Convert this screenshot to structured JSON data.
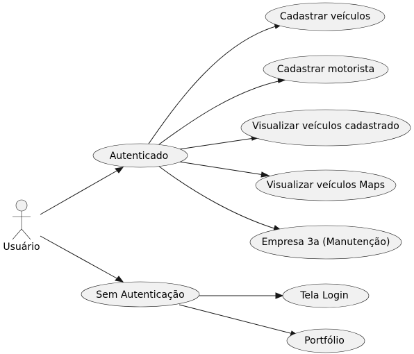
{
  "diagram": {
    "type": "use-case",
    "actor": {
      "label": "Usuário"
    },
    "usecases": {
      "autenticado": "Autenticado",
      "sem_autenticacao": "Sem Autenticação",
      "cadastrar_veiculos": "Cadastrar veículos",
      "cadastrar_motorista": "Cadastrar motorista",
      "visualizar_veiculos_cadastrado": "Visualizar veículos cadastrado",
      "visualizar_veiculos_maps": "Visualizar veículos Maps",
      "empresa_3a": "Empresa 3a (Manutenção)",
      "tela_login": "Tela Login",
      "portfolio": "Portfólio"
    },
    "edges": [
      {
        "from": "Usuário",
        "to": "Autenticado"
      },
      {
        "from": "Usuário",
        "to": "Sem Autenticação"
      },
      {
        "from": "Autenticado",
        "to": "Cadastrar veículos"
      },
      {
        "from": "Autenticado",
        "to": "Cadastrar motorista"
      },
      {
        "from": "Autenticado",
        "to": "Visualizar veículos cadastrado"
      },
      {
        "from": "Autenticado",
        "to": "Visualizar veículos Maps"
      },
      {
        "from": "Autenticado",
        "to": "Empresa 3a (Manutenção)"
      },
      {
        "from": "Sem Autenticação",
        "to": "Tela Login"
      },
      {
        "from": "Sem Autenticação",
        "to": "Portfólio"
      }
    ],
    "colors": {
      "node_fill": "#f1f1f1",
      "stroke": "#181818",
      "text": "#000000",
      "background": "#ffffff"
    }
  }
}
